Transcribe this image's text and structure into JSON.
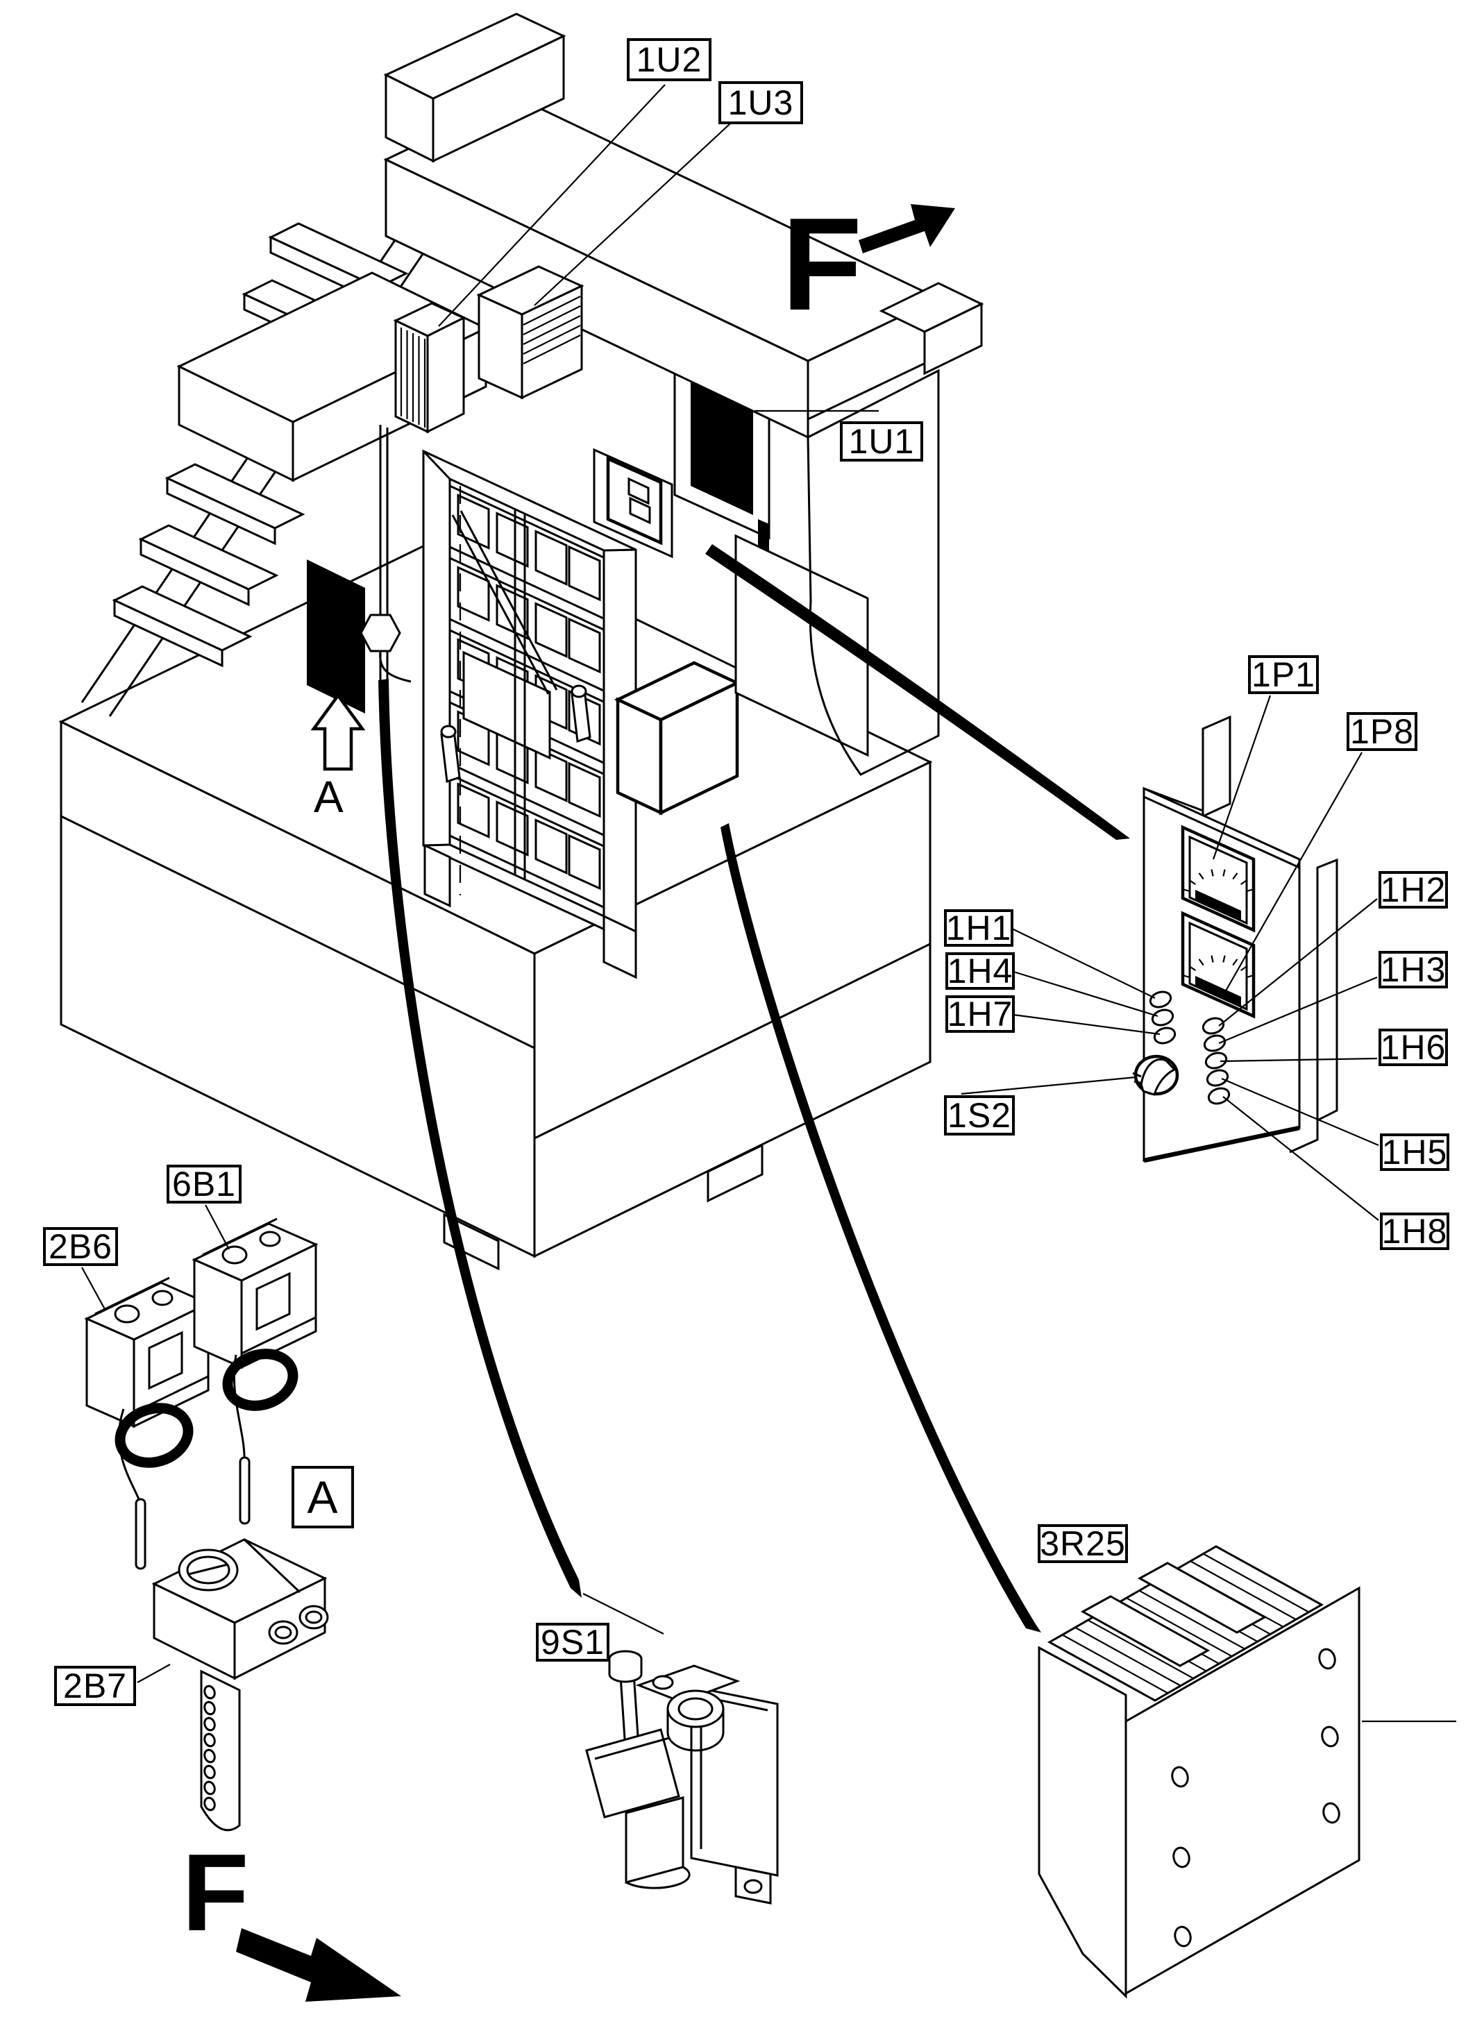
{
  "diagram_title": "machine electrical parts location diagram",
  "part_labels": {
    "u2": "1U2",
    "u3": "1U3",
    "u1": "1U1",
    "p1": "1P1",
    "p8": "1P8",
    "h1": "1H1",
    "h4": "1H4",
    "h7": "1H7",
    "s2": "1S2",
    "h2": "1H2",
    "h3": "1H3",
    "h6": "1H6",
    "h5": "1H5",
    "h8": "1H8",
    "b6": "2B6",
    "b1": "6B1",
    "b7": "2B7",
    "s1": "9S1",
    "r25": "3R25"
  },
  "view_markers": {
    "front_arrow_top": "F",
    "front_arrow_bottom": "F",
    "view_arrow_letter": "A",
    "detail_box_letter": "A"
  },
  "colors": {
    "line": "#000000",
    "background": "#ffffff"
  }
}
